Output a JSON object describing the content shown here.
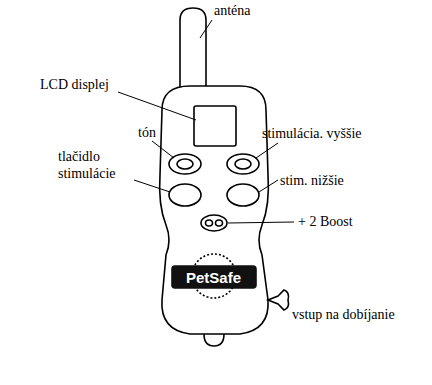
{
  "diagram": {
    "labels": [
      "anténa",
      "LCD displej",
      "tón",
      "stimulácia. vyššie",
      "tlačidlo stimulácie",
      "stim. nižšie",
      "+ 2 Boost",
      "vstup na dobíjanie",
      "PetSafe"
    ]
  }
}
